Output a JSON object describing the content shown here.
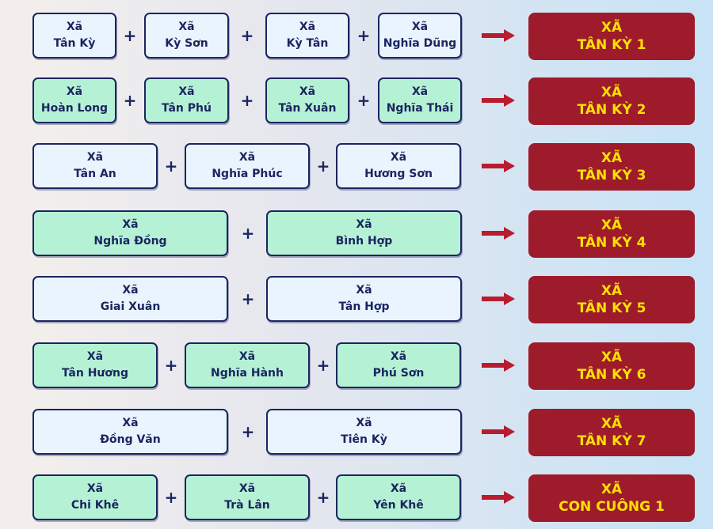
{
  "prefix": "Xã",
  "rows": [
    {
      "sources": [
        "Tân Kỳ",
        "Kỳ Sơn",
        "Kỳ Tân",
        "Nghĩa Dũng"
      ],
      "target_prefix": "XÃ",
      "target": "TÂN KỲ 1"
    },
    {
      "sources": [
        "Hoàn Long",
        "Tân Phú",
        "Tân Xuân",
        "Nghĩa Thái"
      ],
      "target_prefix": "XÃ",
      "target": "TÂN KỲ 2"
    },
    {
      "sources": [
        "Tân An",
        "Nghĩa Phúc",
        "Hương Sơn"
      ],
      "target_prefix": "XÃ",
      "target": "TÂN KỲ 3"
    },
    {
      "sources": [
        "Nghĩa Đồng",
        "Bình Hợp"
      ],
      "target_prefix": "XÃ",
      "target": "TÂN KỲ 4"
    },
    {
      "sources": [
        "Giai Xuân",
        "Tân Hợp"
      ],
      "target_prefix": "XÃ",
      "target": "TÂN KỲ 5"
    },
    {
      "sources": [
        "Tân Hương",
        "Nghĩa Hành",
        "Phú Sơn"
      ],
      "target_prefix": "XÃ",
      "target": "TÂN KỲ 6"
    },
    {
      "sources": [
        "Đồng Văn",
        "Tiên Kỳ"
      ],
      "target_prefix": "XÃ",
      "target": "TÂN KỲ 7"
    },
    {
      "sources": [
        "Chi Khê",
        "Trà Lân",
        "Yên Khê"
      ],
      "target_prefix": "XÃ",
      "target": "CON CUÔNG 1"
    }
  ],
  "plus_symbol": "+",
  "colors": {
    "source_light": "#eaf4fe",
    "source_green": "#b5f2d5",
    "border": "#1b2560",
    "arrow": "#b81c2e",
    "target_bg": "#9e1b2b",
    "target_text": "#ffe000"
  }
}
